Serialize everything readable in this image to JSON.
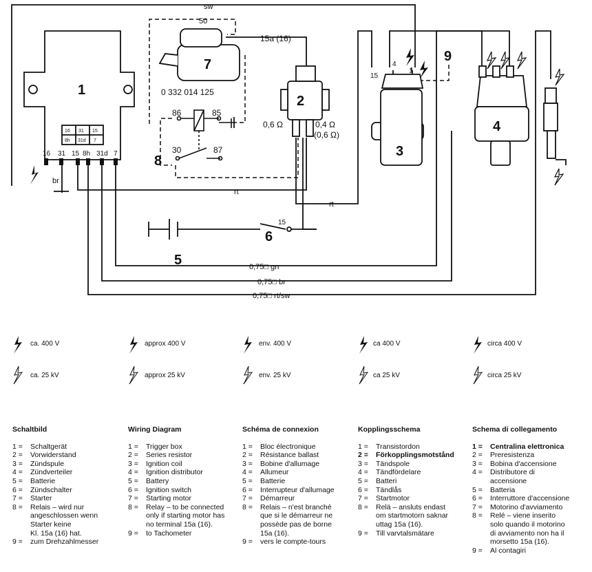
{
  "diagram": {
    "wire_labels": {
      "sw": "sw",
      "l50": "50",
      "l15a": "15a (16)",
      "rt1": "rt",
      "rt2": "rt",
      "br": "br",
      "gn": "0,75□ gn",
      "brw": "0,75□ br",
      "rtsw": "0,75□ rt/sw"
    },
    "part_numbers": {
      "p1": "1",
      "p2": "2",
      "p3": "3",
      "p4": "4",
      "p5": "5",
      "p6": "6",
      "p7": "7",
      "p8": "8",
      "p9": "9"
    },
    "terminals": {
      "t16": "16",
      "t31": "31",
      "t15": "15",
      "t8h": "8h",
      "t31d": "31d",
      "t7": "7",
      "b16": "16",
      "b31": "31",
      "b15": "15",
      "b8h": "8h",
      "b31d": "31d",
      "b7": "7",
      "r86": "86",
      "r85": "85",
      "r30": "30",
      "r87": "87",
      "c15": "15",
      "c4": "4",
      "c1": "1",
      "sw15": "15"
    },
    "part_code": "0 332 014 125",
    "resistances": {
      "r1": "0,6 Ω",
      "r2": "0,4 Ω",
      "r3": "(0,6 Ω)"
    }
  },
  "voltages": [
    {
      "hv": "ca. 400 V",
      "lv": "ca. 25 kV"
    },
    {
      "hv": "approx 400 V",
      "lv": "approx 25 kV"
    },
    {
      "hv": "env. 400 V",
      "lv": "env. 25 kV"
    },
    {
      "hv": "ca 400 V",
      "lv": "ca 25 kV"
    },
    {
      "hv": "circa 400 V",
      "lv": "circa 25 kV"
    }
  ],
  "legends": [
    {
      "title": "Schaltbild",
      "items": [
        {
          "n": "1 =",
          "t": "Schaltgerät"
        },
        {
          "n": "2 =",
          "t": "Vorwiderstand"
        },
        {
          "n": "3 =",
          "t": "Zündspule"
        },
        {
          "n": "4 =",
          "t": "Zündverteiler"
        },
        {
          "n": "5 =",
          "t": "Batterie"
        },
        {
          "n": "6 =",
          "t": "Zündschalter"
        },
        {
          "n": "7 =",
          "t": "Starter"
        },
        {
          "n": "8 =",
          "t": "Relais – wird nur\nangeschlossen wenn\nStarter keine\nKl. 15a (16) hat."
        },
        {
          "n": "9 =",
          "t": "zum Drehzahlmesser"
        }
      ]
    },
    {
      "title": "Wiring Diagram",
      "items": [
        {
          "n": "1 =",
          "t": "Trigger box"
        },
        {
          "n": "2 =",
          "t": "Series resistor"
        },
        {
          "n": "3 =",
          "t": "Ignition coil"
        },
        {
          "n": "4 =",
          "t": "Ignition distributor"
        },
        {
          "n": "5 =",
          "t": "Battery"
        },
        {
          "n": "6 =",
          "t": "Ignition switch"
        },
        {
          "n": "7 =",
          "t": "Starting motor"
        },
        {
          "n": "8 =",
          "t": "Relay – to be connected\nonly if starting motor has\nno terminal 15a (16)."
        },
        {
          "n": "9 =",
          "t": "to Tachometer"
        }
      ]
    },
    {
      "title": "Schéma de connexion",
      "items": [
        {
          "n": "1 =",
          "t": "Bloc électronique"
        },
        {
          "n": "2 =",
          "t": "Résistance ballast"
        },
        {
          "n": "3 =",
          "t": "Bobine d'allumage"
        },
        {
          "n": "4 =",
          "t": "Allumeur"
        },
        {
          "n": "5 =",
          "t": "Batterie"
        },
        {
          "n": "6 =",
          "t": "Interrupteur d'allumage"
        },
        {
          "n": "7 =",
          "t": "Démarreur"
        },
        {
          "n": "8 =",
          "t": "Relais – n'est branché\nque si le démarreur ne\npossède pas de borne\n15a (16)."
        },
        {
          "n": "9 =",
          "t": " vers le compte-tours"
        }
      ]
    },
    {
      "title": "Kopplingsschema",
      "items": [
        {
          "n": "1 =",
          "t": "Transistordon"
        },
        {
          "n": "2 =",
          "t": "Förkopplingsmotstånd",
          "b": true
        },
        {
          "n": "3 =",
          "t": "Tändspole"
        },
        {
          "n": "4 =",
          "t": "Tändfördelare"
        },
        {
          "n": "5 =",
          "t": "Batteri"
        },
        {
          "n": "6 =",
          "t": "Tändlås"
        },
        {
          "n": "7 =",
          "t": "Startmotor"
        },
        {
          "n": "8 =",
          "t": "Relä – ansluts endast\nom startmotorn saknar\nuttag 15a (16)."
        },
        {
          "n": "9 =",
          "t": "Till varvtalsmätare"
        }
      ]
    },
    {
      "title": "Schema di collegamento",
      "items": [
        {
          "n": "1 =",
          "t": "Centralina elettronica",
          "b": true
        },
        {
          "n": "2 =",
          "t": "Preresistenza"
        },
        {
          "n": "3 =",
          "t": "Bobina d'accensione"
        },
        {
          "n": "4 =",
          "t": "Distributore di\naccensione"
        },
        {
          "n": "5 =",
          "t": "Batteria"
        },
        {
          "n": "6 =",
          "t": "Interruttore d'accensione"
        },
        {
          "n": "7 =",
          "t": "Motorino d'avviamento"
        },
        {
          "n": "8 =",
          "t": "Relé – viene inserito\nsolo quando il motorino\ndi avviamento non ha il\nmorsetto 15a (16)."
        },
        {
          "n": "9 =",
          "t": "Al contagiri"
        }
      ]
    }
  ]
}
